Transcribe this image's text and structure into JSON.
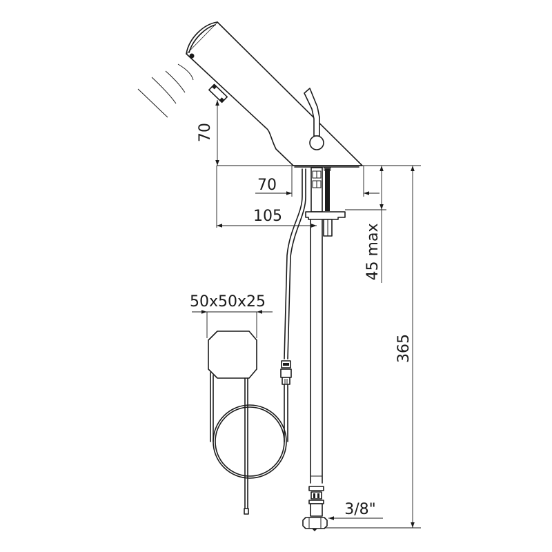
{
  "drawing": {
    "subject": "Electronic sensor basin tap with flexible supply hose and electronic box",
    "colors": {
      "line": "#1a1a1a",
      "background": "#ffffff"
    },
    "dimensions": {
      "sensor_height": "70",
      "spout_projection": "70",
      "spout_reach": "105",
      "deck_thickness": "45 max",
      "electronic_box": "50x50x25",
      "total_height": "365",
      "connection": "3/8\""
    },
    "components": [
      {
        "name": "tap-body",
        "label": "Tap body"
      },
      {
        "name": "sensor-window",
        "label": "Infrared sensor"
      },
      {
        "name": "temperature-lever",
        "label": "Lever"
      },
      {
        "name": "supply-hose",
        "label": "Supply hose"
      },
      {
        "name": "electronic-box",
        "label": "Electronic box"
      },
      {
        "name": "cable-connector",
        "label": "Cable connector"
      }
    ]
  }
}
